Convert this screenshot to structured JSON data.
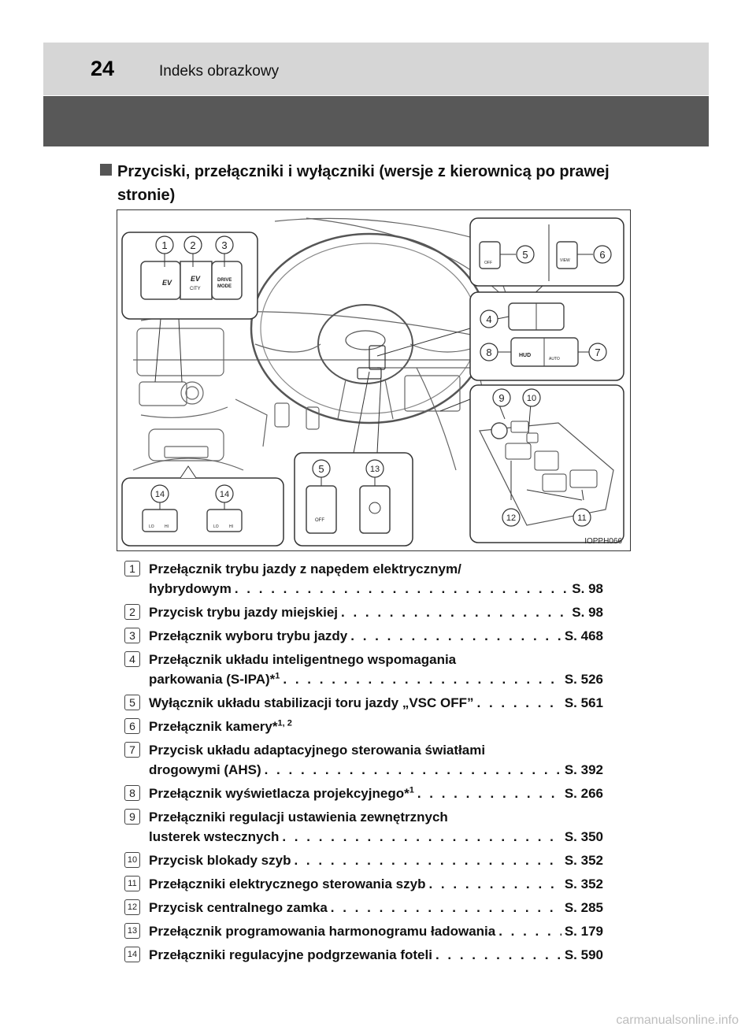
{
  "header": {
    "page_number": "24",
    "title": "Indeks obrazkowy"
  },
  "section": {
    "heading": "Przyciski, przełączniki i wyłączniki (wersje z kierownicą po prawej stronie)"
  },
  "figure": {
    "code": "IOPPH066",
    "callouts": [
      "1",
      "2",
      "3",
      "4",
      "5",
      "6",
      "7",
      "8",
      "9",
      "10",
      "11",
      "12",
      "13",
      "14"
    ],
    "button_labels": {
      "ev": "EV",
      "city": "CITY",
      "drive": "DRIVE",
      "mode": "MODE",
      "view": "VIEW",
      "hud": "HUD",
      "auto": "AUTO",
      "off": "OFF",
      "lo": "LO",
      "hi": "HI"
    }
  },
  "items": [
    {
      "num": "1",
      "lines": [
        "Przełącznik trybu jazdy z napędem elektrycznym/"
      ],
      "last": "hybrydowym",
      "sup": "",
      "ref": "S. 98"
    },
    {
      "num": "2",
      "lines": [],
      "last": "Przycisk trybu jazdy miejskiej",
      "sup": "",
      "ref": "S. 98"
    },
    {
      "num": "3",
      "lines": [],
      "last": "Przełącznik wyboru trybu jazdy",
      "sup": "",
      "ref": "S. 468"
    },
    {
      "num": "4",
      "lines": [
        "Przełącznik układu inteligentnego wspomagania"
      ],
      "last": "parkowania (S-IPA)*",
      "sup": "1",
      "ref": "S. 526"
    },
    {
      "num": "5",
      "lines": [],
      "last": "Wyłącznik układu stabilizacji toru jazdy „VSC OFF”",
      "sup": "",
      "ref": "S. 561"
    },
    {
      "num": "6",
      "lines": [],
      "last": "Przełącznik kamery*",
      "sup": "1, 2",
      "ref": ""
    },
    {
      "num": "7",
      "lines": [
        "Przycisk układu adaptacyjnego sterowania światłami"
      ],
      "last": "drogowymi (AHS)",
      "sup": "",
      "ref": "S. 392"
    },
    {
      "num": "8",
      "lines": [],
      "last": "Przełącznik wyświetlacza projekcyjnego*",
      "sup": "1",
      "ref": "S. 266"
    },
    {
      "num": "9",
      "lines": [
        "Przełączniki regulacji ustawienia zewnętrznych"
      ],
      "last": "lusterek wstecznych",
      "sup": "",
      "ref": "S. 350"
    },
    {
      "num": "10",
      "lines": [],
      "last": "Przycisk blokady szyb",
      "sup": "",
      "ref": "S. 352"
    },
    {
      "num": "11",
      "lines": [],
      "last": "Przełączniki elektrycznego sterowania szyb",
      "sup": "",
      "ref": "S. 352"
    },
    {
      "num": "12",
      "lines": [],
      "last": "Przycisk centralnego zamka",
      "sup": "",
      "ref": "S. 285"
    },
    {
      "num": "13",
      "lines": [],
      "last": "Przełącznik programowania harmonogramu ładowania",
      "sup": "",
      "ref": "S. 179"
    },
    {
      "num": "14",
      "lines": [],
      "last": "Przełączniki regulacyjne podgrzewania foteli",
      "sup": "",
      "ref": "S. 590"
    }
  ],
  "watermark": "carmanualsonline.info"
}
